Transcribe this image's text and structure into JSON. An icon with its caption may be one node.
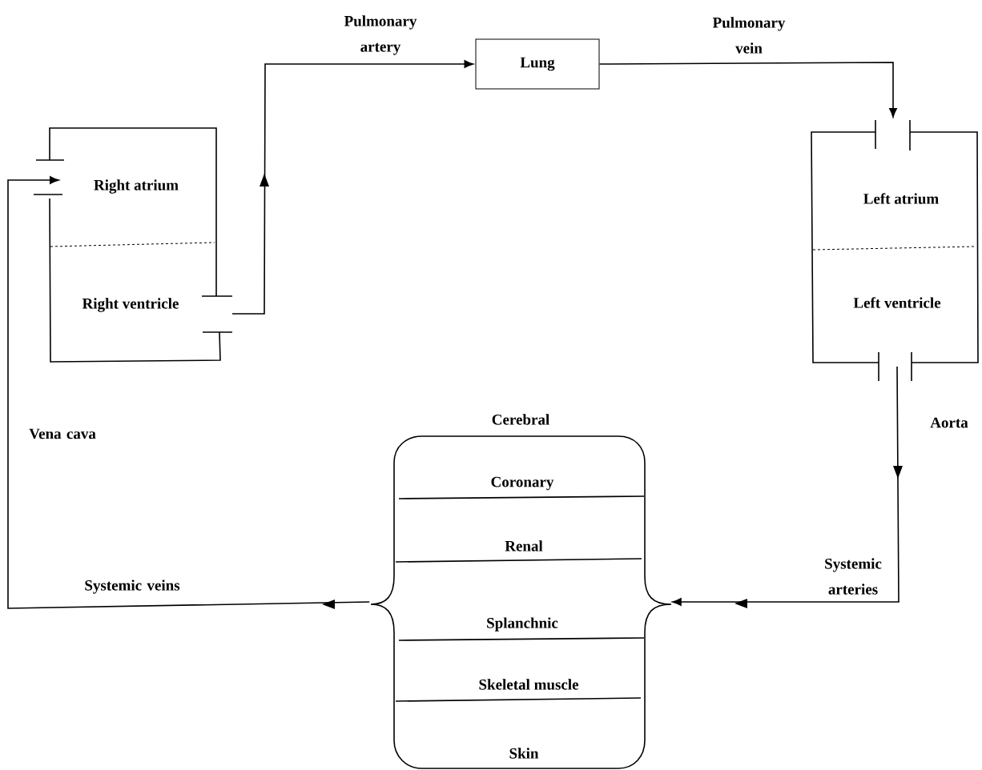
{
  "diagram": {
    "nodes": [
      {
        "text": [
          "Right atrium",
          "Right ventricle"
        ]
      },
      {
        "text": [
          "Lung"
        ]
      },
      {
        "text": [
          "Left atrium",
          "Left ventricle"
        ]
      },
      {
        "text": [
          "Cerebral",
          "Coronary",
          "Renal",
          "Splanchnic",
          "Skeletal muscle",
          "Skin"
        ]
      }
    ],
    "edges": [
      {
        "from": 0,
        "to": 1,
        "arrow": "to",
        "label": "Pulmonary artery"
      },
      {
        "from": 1,
        "to": 2,
        "arrow": "to",
        "label": "Pulmonary vein"
      },
      {
        "from": 2,
        "to": 3,
        "arrow": "to",
        "label": "Aorta"
      },
      {
        "from": 3,
        "to": 0,
        "arrow": "to",
        "label": "Systemic veins"
      }
    ],
    "labels": [
      "Vena cava",
      "Systemic arteries"
    ]
  }
}
